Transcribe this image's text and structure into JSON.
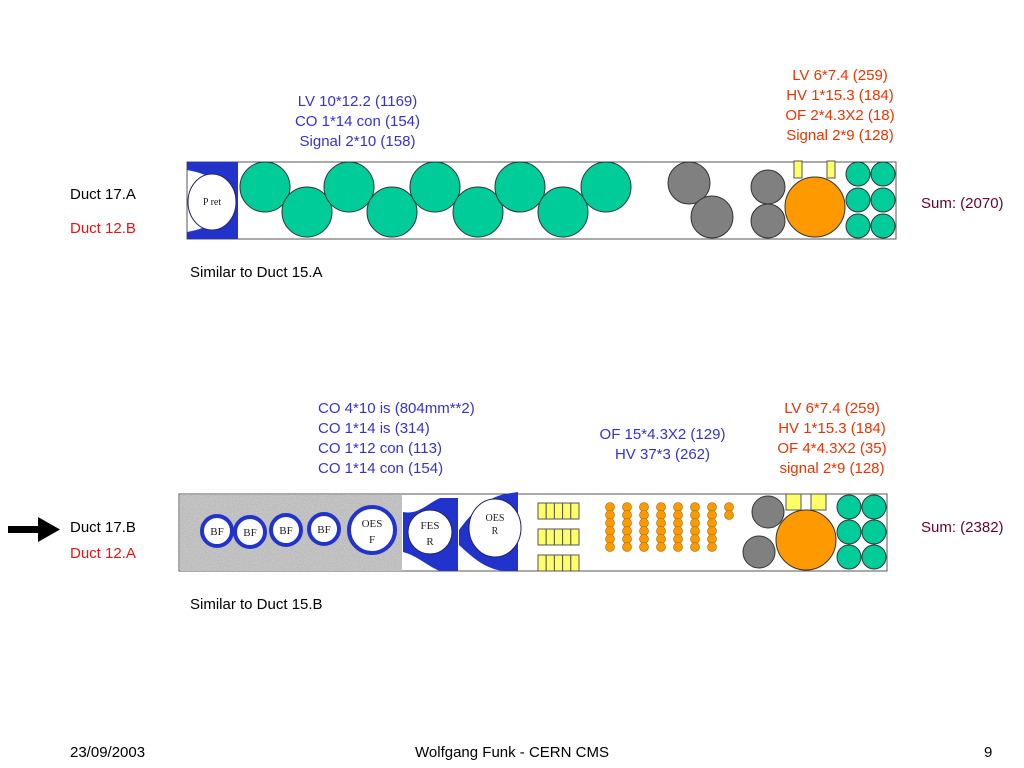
{
  "slide": {
    "footer": {
      "date": "23/09/2003",
      "author": "Wolfgang Funk - CERN  CMS",
      "page": "9"
    }
  },
  "duct_top": {
    "label_primary": "Duct 17.A",
    "label_secondary": "Duct 12.B",
    "note": "Similar to Duct 15.A",
    "sum": "Sum: (2070)",
    "pret_label": "P ret",
    "left_info": [
      "LV 10*12.2 (1169)",
      "CO 1*14 con (154)",
      "Signal 2*10 (158)"
    ],
    "right_info": [
      "LV  6*7.4 (259)",
      "HV 1*15.3 (184)",
      "OF 2*4.3X2 (18)",
      "Signal 2*9 (128)"
    ]
  },
  "duct_bottom": {
    "label_primary": "Duct 17.B",
    "label_secondary": "Duct 12.A",
    "note": "Similar to Duct 15.B",
    "sum": "Sum: (2382)",
    "bf_labels": [
      "BF",
      "BF",
      "BF",
      "BF"
    ],
    "oes_f": [
      "OES",
      "F"
    ],
    "fes_r": [
      "FES",
      "R"
    ],
    "oes_r": [
      "OES",
      "R"
    ],
    "left_info": [
      "CO 4*10 is (804mm**2)",
      "CO 1*14 is (314)",
      "CO 1*12 con (113)",
      "CO 1*14 con (154)"
    ],
    "mid_info": [
      "OF 15*4.3X2 (129)",
      "HV 37*3 (262)"
    ],
    "right_info": [
      "LV  6*7.4 (259)",
      "HV 1*15.3 (184)",
      "OF 4*4.3X2 (35)",
      "signal 2*9 (128)"
    ]
  },
  "colors": {
    "lv_cable": "#00cc99",
    "hv_cable": "#808080",
    "of_cable": "#ff9900",
    "signal": "#ffff66",
    "pipe": "#2233cc",
    "blue_text": "#3333cc",
    "red_text": "#ee1111"
  },
  "icons": {
    "pointer": "right-arrow-icon"
  }
}
